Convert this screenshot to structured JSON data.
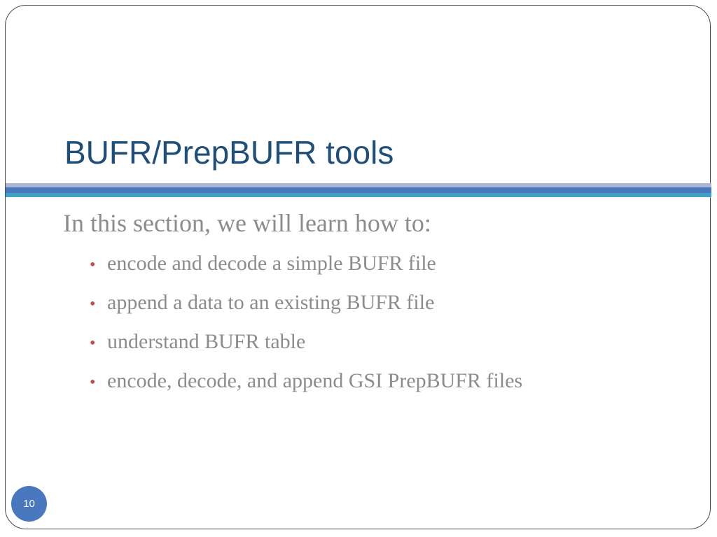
{
  "slide": {
    "title": "BUFR/PrepBUFR tools",
    "intro": "In this section, we will learn how to:",
    "bullets": [
      "encode and decode a simple BUFR file",
      "append a data to an existing BUFR file",
      "understand BUFR table",
      "encode, decode, and append GSI PrepBUFR files"
    ],
    "bullet_symbol": "•",
    "page_number": "10"
  },
  "colors": {
    "title": "#1f4e79",
    "body_text": "#8c8c8c",
    "bullet": "#c0504d",
    "accent_light": "#a9b6d6",
    "accent_blue": "#4a78bf",
    "accent_teal": "#41a2c4",
    "badge": "#4a78bf"
  }
}
